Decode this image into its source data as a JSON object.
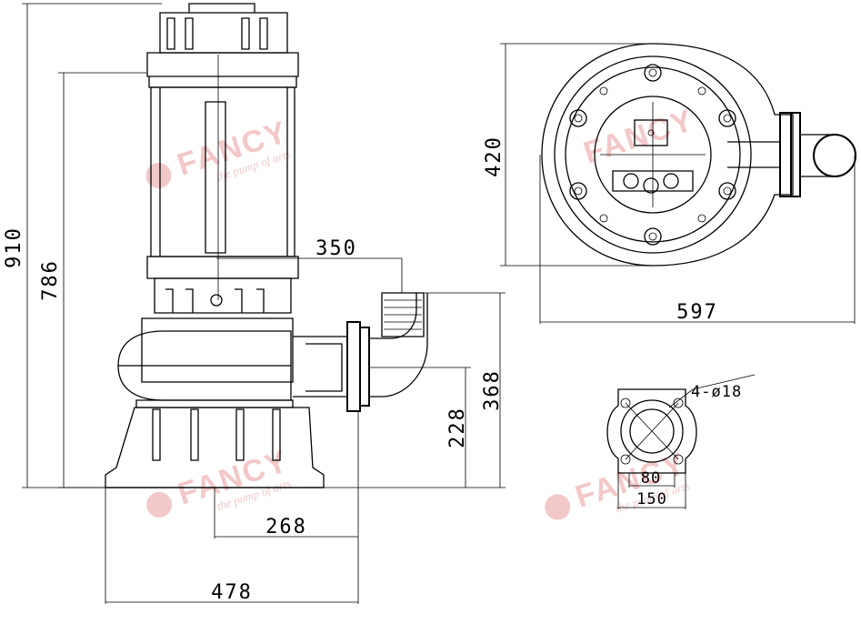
{
  "watermark": {
    "brand": "FANCY",
    "tagline": "the pump of arts",
    "color": "#f3c8c8"
  },
  "dimensions": {
    "overall_height": "910",
    "motor_to_base_height": "786",
    "outlet_offset": "350",
    "outlet_center_height": "368",
    "outlet_flange_height": "228",
    "base_to_outlet": "268",
    "base_width": "478",
    "plan_depth": "420",
    "plan_width": "597",
    "flange_bolts": "4-ø18",
    "flange_inner": "80",
    "flange_outer": "150"
  }
}
